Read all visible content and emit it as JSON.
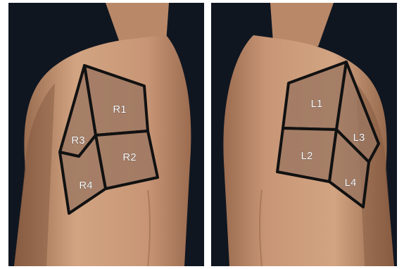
{
  "figure": {
    "background": "#0f1620",
    "divider_color": "#ffffff",
    "skin_color": "#c99a78",
    "zone_fill": "#9a7560",
    "outline_color": "#111111"
  },
  "right_chest": {
    "zones": [
      {
        "label": "R1"
      },
      {
        "label": "R2"
      },
      {
        "label": "R3"
      },
      {
        "label": "R4"
      }
    ]
  },
  "left_chest": {
    "zones": [
      {
        "label": "L1"
      },
      {
        "label": "L2"
      },
      {
        "label": "L3"
      },
      {
        "label": "L4"
      }
    ]
  }
}
